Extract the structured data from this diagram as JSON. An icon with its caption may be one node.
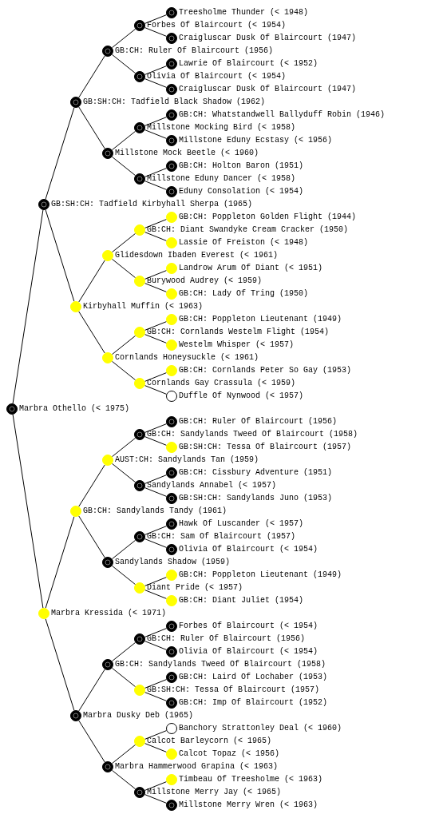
{
  "diagram": {
    "nodes": [
      {
        "text": [],
        "shape": "circle",
        "beside": [
          "Treesholme Thunder (< 1948)"
        ]
      },
      {
        "text": [],
        "shape": "circle",
        "beside": [
          "Forbes Of Blaircourt (< 1954)"
        ]
      },
      {
        "text": [],
        "shape": "circle",
        "beside": [
          "Craigluscar Dusk Of Blaircourt (1947)"
        ]
      },
      {
        "text": [],
        "shape": "circle",
        "beside": [
          "GB:CH: Ruler Of Blaircourt (1956)"
        ]
      },
      {
        "text": [],
        "shape": "circle",
        "beside": [
          "Lawrie Of Blaircourt (< 1952)"
        ]
      },
      {
        "text": [],
        "shape": "circle",
        "beside": [
          "Olivia Of Blaircourt (< 1954)"
        ]
      },
      {
        "text": [],
        "shape": "circle",
        "beside": [
          "Craigluscar Dusk Of Blaircourt (1947)"
        ]
      },
      {
        "text": [],
        "shape": "circle",
        "beside": [
          "GB:SH:CH: Tadfield Black Shadow (1962)"
        ]
      },
      {
        "text": [],
        "shape": "circle",
        "beside": [
          "GB:CH: Whatstandwell Ballyduff Robin (1946)"
        ]
      },
      {
        "text": [],
        "shape": "circle",
        "beside": [
          "Millstone Mocking Bird (< 1958)"
        ]
      },
      {
        "text": [],
        "shape": "circle",
        "beside": [
          "Millstone Eduny Ecstasy (< 1956)"
        ]
      },
      {
        "text": [],
        "shape": "circle",
        "beside": [
          "Millstone Mock Beetle (< 1960)"
        ]
      },
      {
        "text": [],
        "shape": "circle",
        "beside": [
          "GB:CH: Holton Baron (1951)"
        ]
      },
      {
        "text": [],
        "shape": "circle",
        "beside": [
          "Millstone Eduny Dancer (< 1958)"
        ]
      },
      {
        "text": [],
        "shape": "circle",
        "beside": [
          "Eduny Consolation (< 1954)"
        ]
      },
      {
        "text": [],
        "shape": "circle",
        "beside": [
          "GB:SH:CH: Tadfield Kirbyhall Sherpa (1965)"
        ]
      },
      {
        "text": [],
        "shape": "circle",
        "beside": [
          "GB:CH: Poppleton Golden Flight (1944)"
        ]
      },
      {
        "text": [],
        "shape": "circle",
        "beside": [
          "GB:CH: Diant Swandyke Cream Cracker (1950)"
        ]
      },
      {
        "text": [],
        "shape": "circle",
        "beside": [
          "Lassie Of Freiston (< 1948)"
        ]
      },
      {
        "text": [],
        "shape": "circle",
        "beside": [
          "Glidesdown Ibaden Everest (< 1961)"
        ]
      },
      {
        "text": [],
        "shape": "circle",
        "beside": [
          "Landrow Arum Of Diant (< 1951)"
        ]
      },
      {
        "text": [],
        "shape": "circle",
        "beside": [
          "Burywood Audrey (< 1959)"
        ]
      },
      {
        "text": [],
        "shape": "circle",
        "beside": [
          "GB:CH: Lady Of Tring (1950)"
        ]
      },
      {
        "text": [],
        "shape": "circle",
        "beside": [
          "Kirbyhall Muffin (< 1963)"
        ]
      },
      {
        "text": [],
        "shape": "circle",
        "beside": [
          "GB:CH: Poppleton Lieutenant (1949)"
        ]
      },
      {
        "text": [],
        "shape": "circle",
        "beside": [
          "GB:CH: Cornlands Westelm Flight (1954)"
        ]
      },
      {
        "text": [],
        "shape": "circle",
        "beside": [
          "Westelm Whisper (< 1957)"
        ]
      },
      {
        "text": [],
        "shape": "circle",
        "beside": [
          "Cornlands Honeysuckle (< 1961)"
        ]
      },
      {
        "text": [],
        "shape": "circle",
        "beside": [
          "GB:CH: Cornlands Peter So Gay (1953)"
        ]
      },
      {
        "text": [],
        "shape": "circle",
        "beside": [
          "Cornlands Gay Crassula (< 1959)"
        ]
      },
      {
        "text": [],
        "shape": "circle",
        "beside": [
          "Duffle Of Nynwood (< 1957)"
        ]
      },
      {
        "text": [],
        "shape": "circle",
        "beside": [
          "Marbra Othello (< 1975)"
        ]
      },
      {
        "text": [],
        "shape": "circle",
        "beside": [
          "GB:CH: Ruler Of Blaircourt (1956)"
        ]
      },
      {
        "text": [],
        "shape": "circle",
        "beside": [
          "GB:CH: Sandylands Tweed Of Blaircourt (1958)"
        ]
      },
      {
        "text": [],
        "shape": "circle",
        "beside": [
          "GB:SH:CH: Tessa Of Blaircourt (1957)"
        ]
      },
      {
        "text": [],
        "shape": "circle",
        "beside": [
          "AUST:CH: Sandylands Tan (1959)"
        ]
      },
      {
        "text": [],
        "shape": "circle",
        "beside": [
          "GB:CH: Cissbury Adventure (1951)"
        ]
      },
      {
        "text": [],
        "shape": "circle",
        "beside": [
          "Sandylands Annabel (< 1957)"
        ]
      },
      {
        "text": [],
        "shape": "circle",
        "beside": [
          "GB:SH:CH: Sandylands Juno (1953)"
        ]
      },
      {
        "text": [],
        "shape": "circle",
        "beside": [
          "GB:CH: Sandylands Tandy (1961)"
        ]
      },
      {
        "text": [],
        "shape": "circle",
        "beside": [
          "Hawk Of Luscander (< 1957)"
        ]
      },
      {
        "text": [],
        "shape": "circle",
        "beside": [
          "GB:CH: Sam Of Blaircourt (1957)"
        ]
      },
      {
        "text": [],
        "shape": "circle",
        "beside": [
          "Olivia Of Blaircourt (< 1954)"
        ]
      },
      {
        "text": [],
        "shape": "circle",
        "beside": [
          "Sandylands Shadow (1959)"
        ]
      },
      {
        "text": [],
        "shape": "circle",
        "beside": [
          "GB:CH: Poppleton Lieutenant (1949)"
        ]
      },
      {
        "text": [],
        "shape": "circle",
        "beside": [
          "Diant Pride (< 1957)"
        ]
      },
      {
        "text": [],
        "shape": "circle",
        "beside": [
          "GB:CH: Diant Juliet (1954)"
        ]
      },
      {
        "text": [],
        "shape": "circle",
        "beside": [
          "Marbra Kressida (< 1971)"
        ]
      },
      {
        "text": [],
        "shape": "circle",
        "beside": [
          "Forbes Of Blaircourt (< 1954)"
        ]
      },
      {
        "text": [],
        "shape": "circle",
        "beside": [
          "GB:CH: Ruler Of Blaircourt (1956)"
        ]
      },
      {
        "text": [],
        "shape": "circle",
        "beside": [
          "Olivia Of Blaircourt (< 1954)"
        ]
      },
      {
        "text": [],
        "shape": "circle",
        "beside": [
          "GB:CH: Sandylands Tweed Of Blaircourt (1958)"
        ]
      },
      {
        "text": [],
        "shape": "circle",
        "beside": [
          "GB:CH: Laird Of Lochaber (1953)"
        ]
      },
      {
        "text": [],
        "shape": "circle",
        "beside": [
          "GB:SH:CH: Tessa Of Blaircourt (1957)"
        ]
      },
      {
        "text": [],
        "shape": "circle",
        "beside": [
          "GB:CH: Imp Of Blaircourt (1952)"
        ]
      },
      {
        "text": [],
        "shape": "circle",
        "beside": [
          "Marbra Dusky Deb (1965)"
        ]
      },
      {
        "text": [],
        "shape": "circle",
        "beside": [
          "Banchory Strattonley Deal (< 1960)"
        ]
      },
      {
        "text": [],
        "shape": "circle",
        "beside": [
          "Calcot Barleycorn (< 1965)"
        ]
      },
      {
        "text": [],
        "shape": "circle",
        "beside": [
          "Calcot Topaz (< 1956)"
        ]
      },
      {
        "text": [],
        "shape": "circle",
        "beside": [
          "Marbra Hammerwood Grapina (< 1963)"
        ]
      },
      {
        "text": [],
        "shape": "circle",
        "beside": [
          "Timbeau Of Treesholme (< 1963)"
        ]
      },
      {
        "text": [],
        "shape": "circle",
        "beside": [
          "Millstone Merry Jay (< 1965)"
        ]
      },
      {
        "text": [],
        "shape": "circle",
        "beside": [
          "Millstone Merry Wren (< 1963)"
        ]
      }
    ],
    "edges": [
      {
        "from": 1,
        "to": 0,
        "arrow": "none"
      },
      {
        "from": 3,
        "to": 1,
        "arrow": "none"
      },
      {
        "from": 1,
        "to": 2,
        "arrow": "none"
      },
      {
        "from": 7,
        "to": 3,
        "arrow": "none"
      },
      {
        "from": 5,
        "to": 4,
        "arrow": "none"
      },
      {
        "from": 3,
        "to": 5,
        "arrow": "none"
      },
      {
        "from": 5,
        "to": 6,
        "arrow": "none"
      },
      {
        "from": 15,
        "to": 7,
        "arrow": "none"
      },
      {
        "from": 9,
        "to": 8,
        "arrow": "none"
      },
      {
        "from": 11,
        "to": 9,
        "arrow": "none"
      },
      {
        "from": 9,
        "to": 10,
        "arrow": "none"
      },
      {
        "from": 7,
        "to": 11,
        "arrow": "none"
      },
      {
        "from": 13,
        "to": 12,
        "arrow": "none"
      },
      {
        "from": 11,
        "to": 13,
        "arrow": "none"
      },
      {
        "from": 13,
        "to": 14,
        "arrow": "none"
      },
      {
        "from": 31,
        "to": 15,
        "arrow": "none"
      },
      {
        "from": 17,
        "to": 16,
        "arrow": "none"
      },
      {
        "from": 19,
        "to": 17,
        "arrow": "none"
      },
      {
        "from": 17,
        "to": 18,
        "arrow": "none"
      },
      {
        "from": 23,
        "to": 19,
        "arrow": "none"
      },
      {
        "from": 21,
        "to": 20,
        "arrow": "none"
      },
      {
        "from": 19,
        "to": 21,
        "arrow": "none"
      },
      {
        "from": 21,
        "to": 22,
        "arrow": "none"
      },
      {
        "from": 15,
        "to": 23,
        "arrow": "none"
      },
      {
        "from": 25,
        "to": 24,
        "arrow": "none"
      },
      {
        "from": 27,
        "to": 25,
        "arrow": "none"
      },
      {
        "from": 25,
        "to": 26,
        "arrow": "none"
      },
      {
        "from": 23,
        "to": 27,
        "arrow": "none"
      },
      {
        "from": 29,
        "to": 28,
        "arrow": "none"
      },
      {
        "from": 27,
        "to": 29,
        "arrow": "none"
      },
      {
        "from": 29,
        "to": 30,
        "arrow": "none"
      },
      {
        "from": 33,
        "to": 32,
        "arrow": "none"
      },
      {
        "from": 35,
        "to": 33,
        "arrow": "none"
      },
      {
        "from": 33,
        "to": 34,
        "arrow": "none"
      },
      {
        "from": 39,
        "to": 35,
        "arrow": "none"
      },
      {
        "from": 37,
        "to": 36,
        "arrow": "none"
      },
      {
        "from": 35,
        "to": 37,
        "arrow": "none"
      },
      {
        "from": 37,
        "to": 38,
        "arrow": "none"
      },
      {
        "from": 47,
        "to": 39,
        "arrow": "none"
      },
      {
        "from": 41,
        "to": 40,
        "arrow": "none"
      },
      {
        "from": 43,
        "to": 41,
        "arrow": "none"
      },
      {
        "from": 41,
        "to": 42,
        "arrow": "none"
      },
      {
        "from": 39,
        "to": 43,
        "arrow": "none"
      },
      {
        "from": 45,
        "to": 44,
        "arrow": "none"
      },
      {
        "from": 43,
        "to": 45,
        "arrow": "none"
      },
      {
        "from": 45,
        "to": 46,
        "arrow": "none"
      },
      {
        "from": 31,
        "to": 47,
        "arrow": "none"
      },
      {
        "from": 49,
        "to": 48,
        "arrow": "none"
      },
      {
        "from": 51,
        "to": 49,
        "arrow": "none"
      },
      {
        "from": 49,
        "to": 50,
        "arrow": "none"
      },
      {
        "from": 55,
        "to": 51,
        "arrow": "none"
      },
      {
        "from": 53,
        "to": 52,
        "arrow": "none"
      },
      {
        "from": 51,
        "to": 53,
        "arrow": "none"
      },
      {
        "from": 53,
        "to": 54,
        "arrow": "none"
      },
      {
        "from": 47,
        "to": 55,
        "arrow": "none"
      },
      {
        "from": 57,
        "to": 56,
        "arrow": "none"
      },
      {
        "from": 59,
        "to": 57,
        "arrow": "none"
      },
      {
        "from": 57,
        "to": 58,
        "arrow": "none"
      },
      {
        "from": 55,
        "to": 59,
        "arrow": "none"
      },
      {
        "from": 61,
        "to": 60,
        "arrow": "none"
      },
      {
        "from": 59,
        "to": 61,
        "arrow": "none"
      },
      {
        "from": 61,
        "to": 62,
        "arrow": "none"
      }
    ]
  }
}
